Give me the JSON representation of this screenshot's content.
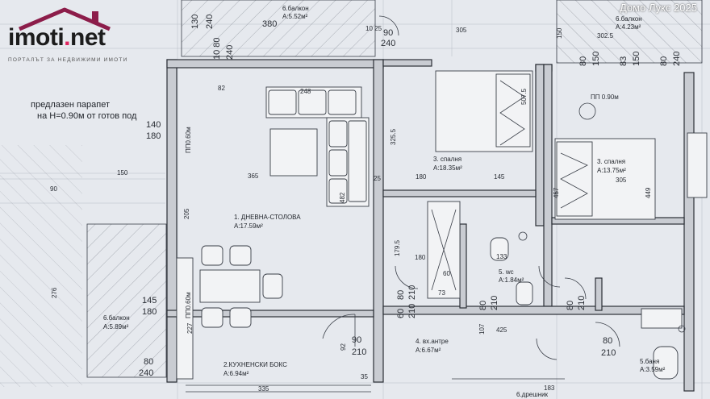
{
  "logo": {
    "brand_main": "imoti",
    "brand_dot": ".",
    "brand_end": "net",
    "tagline": "ПОРТАЛЪТ ЗА НЕДВИЖИМИ ИМОТИ",
    "accent_color": "#e0245e"
  },
  "watermark": "Домо Лукс 2025",
  "note": {
    "line1": "предлазен парапет",
    "line2": "на H=0.90м от готов под"
  },
  "rooms": {
    "living_name": "1. ДНЕВНА-СТОЛОВА",
    "living_area": "A:17.59м²",
    "kitchen_name": "2.КУХНЕНСКИ БОКС",
    "kitchen_area": "A:6.94м²",
    "bedroom1_name": "3. спалня",
    "bedroom1_area": "A:18.35м²",
    "bedroom2_name": "3. спалня",
    "bedroom2_area": "A:13.75м²",
    "hall_name": "4. вх.антре",
    "hall_area": "A:6.67м²",
    "wc_name": "5. wc",
    "wc_area": "A:1.84м²",
    "bath_name": "5.баня",
    "bath_area": "A:3.59м²",
    "balcony_left_name": "6.балкон",
    "balcony_left_area": "A:5.89м²",
    "balcony_top_name": "6.балкон",
    "balcony_top_area": "A:5.52м²",
    "balcony_right_name": "6.балкон",
    "balcony_right_area": "A:4.23м²",
    "storage_name": "6.дрешник",
    "window_pp1": "ПП0.60м",
    "window_pp2": "ПП0.60м",
    "window_pp3": "ПП 0.90м"
  },
  "dims": {
    "d380": "380",
    "d130": "130",
    "d240a": "240",
    "d1025": "10 25",
    "d90a": "90",
    "d240b": "240",
    "d305a": "305",
    "d150a": "150",
    "d3025": "302.5",
    "d80a": "80",
    "d150b": "150",
    "d83": "83",
    "d150c": "150",
    "d80b": "80",
    "d240c": "240",
    "d1080": "10 80",
    "d240d": "240",
    "d140": "140",
    "d180a": "180",
    "d248": "248",
    "d82": "82",
    "d3255": "325.5",
    "d5075": "507.5",
    "d365": "365",
    "d150d": "150",
    "d90b": "90",
    "d180b": "180",
    "d145a": "145",
    "d305b": "305",
    "d449": "449",
    "d457": "457",
    "d482": "482",
    "d205": "205",
    "d276": "276",
    "d1795": "179.5",
    "d180c": "180",
    "d145b": "145",
    "d180d": "180",
    "d80c": "80",
    "d210a": "210",
    "d425": "425",
    "d90c": "90",
    "d210b": "210",
    "d80d": "80",
    "d210c": "210",
    "d80e": "80",
    "d240e": "240",
    "d60a": "60",
    "d210d": "210",
    "d80f": "80",
    "d210e": "210",
    "d80g": "80",
    "d210f": "210",
    "d133": "133",
    "d60b": "60",
    "d73": "73",
    "d227": "227",
    "d92": "92",
    "d107": "107",
    "d335": "335",
    "d183": "183",
    "d35": "35",
    "d25": "25"
  }
}
